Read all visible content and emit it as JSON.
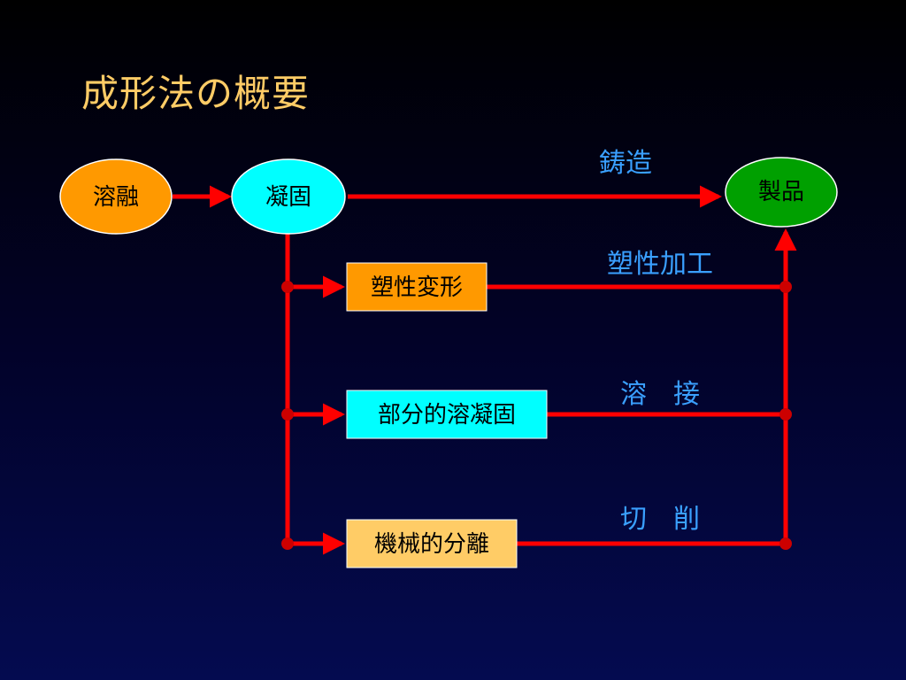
{
  "title": "成形法の概要",
  "nodes": {
    "melt": "溶融",
    "solidify": "凝固",
    "product": "製品",
    "plastic_deformation": "塑性変形",
    "partial_melt_solidify": "部分的溶凝固",
    "mechanical_separation": "機械的分離"
  },
  "routes": {
    "casting": "鋳造",
    "plastic_working": "塑性加工",
    "welding": "溶　接",
    "cutting": "切　削"
  },
  "colors": {
    "title": "#ffcc66",
    "arrow": "#ff0000",
    "junction": "#cc0000",
    "route_label": "#3aa0ff",
    "melt_fill": "#ff9900",
    "solidify_fill": "#00ffff",
    "product_fill": "#00a000",
    "plastic_fill": "#ff9900",
    "partial_fill": "#00ffff",
    "mechanical_fill": "#ffcc66"
  }
}
